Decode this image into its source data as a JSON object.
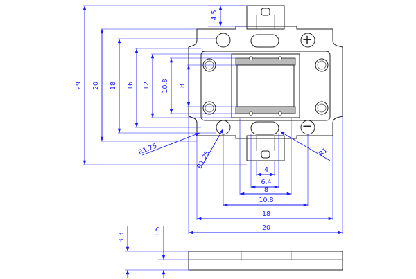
{
  "colors": {
    "dimension": "#1a1aff",
    "outline": "#222222",
    "background": "#ffffff"
  },
  "dims": {
    "vertical": [
      "29",
      "20",
      "18",
      "16",
      "12",
      "10.8",
      "8",
      "4.5"
    ],
    "horizontal": [
      "4",
      "6.4",
      "8",
      "10.8",
      "18",
      "20"
    ],
    "thickness": [
      "3.3",
      "1.5"
    ],
    "radii": [
      "R1.75",
      "R1.25",
      "R1"
    ]
  },
  "symbols": {
    "plus": "+",
    "minus": "−"
  }
}
